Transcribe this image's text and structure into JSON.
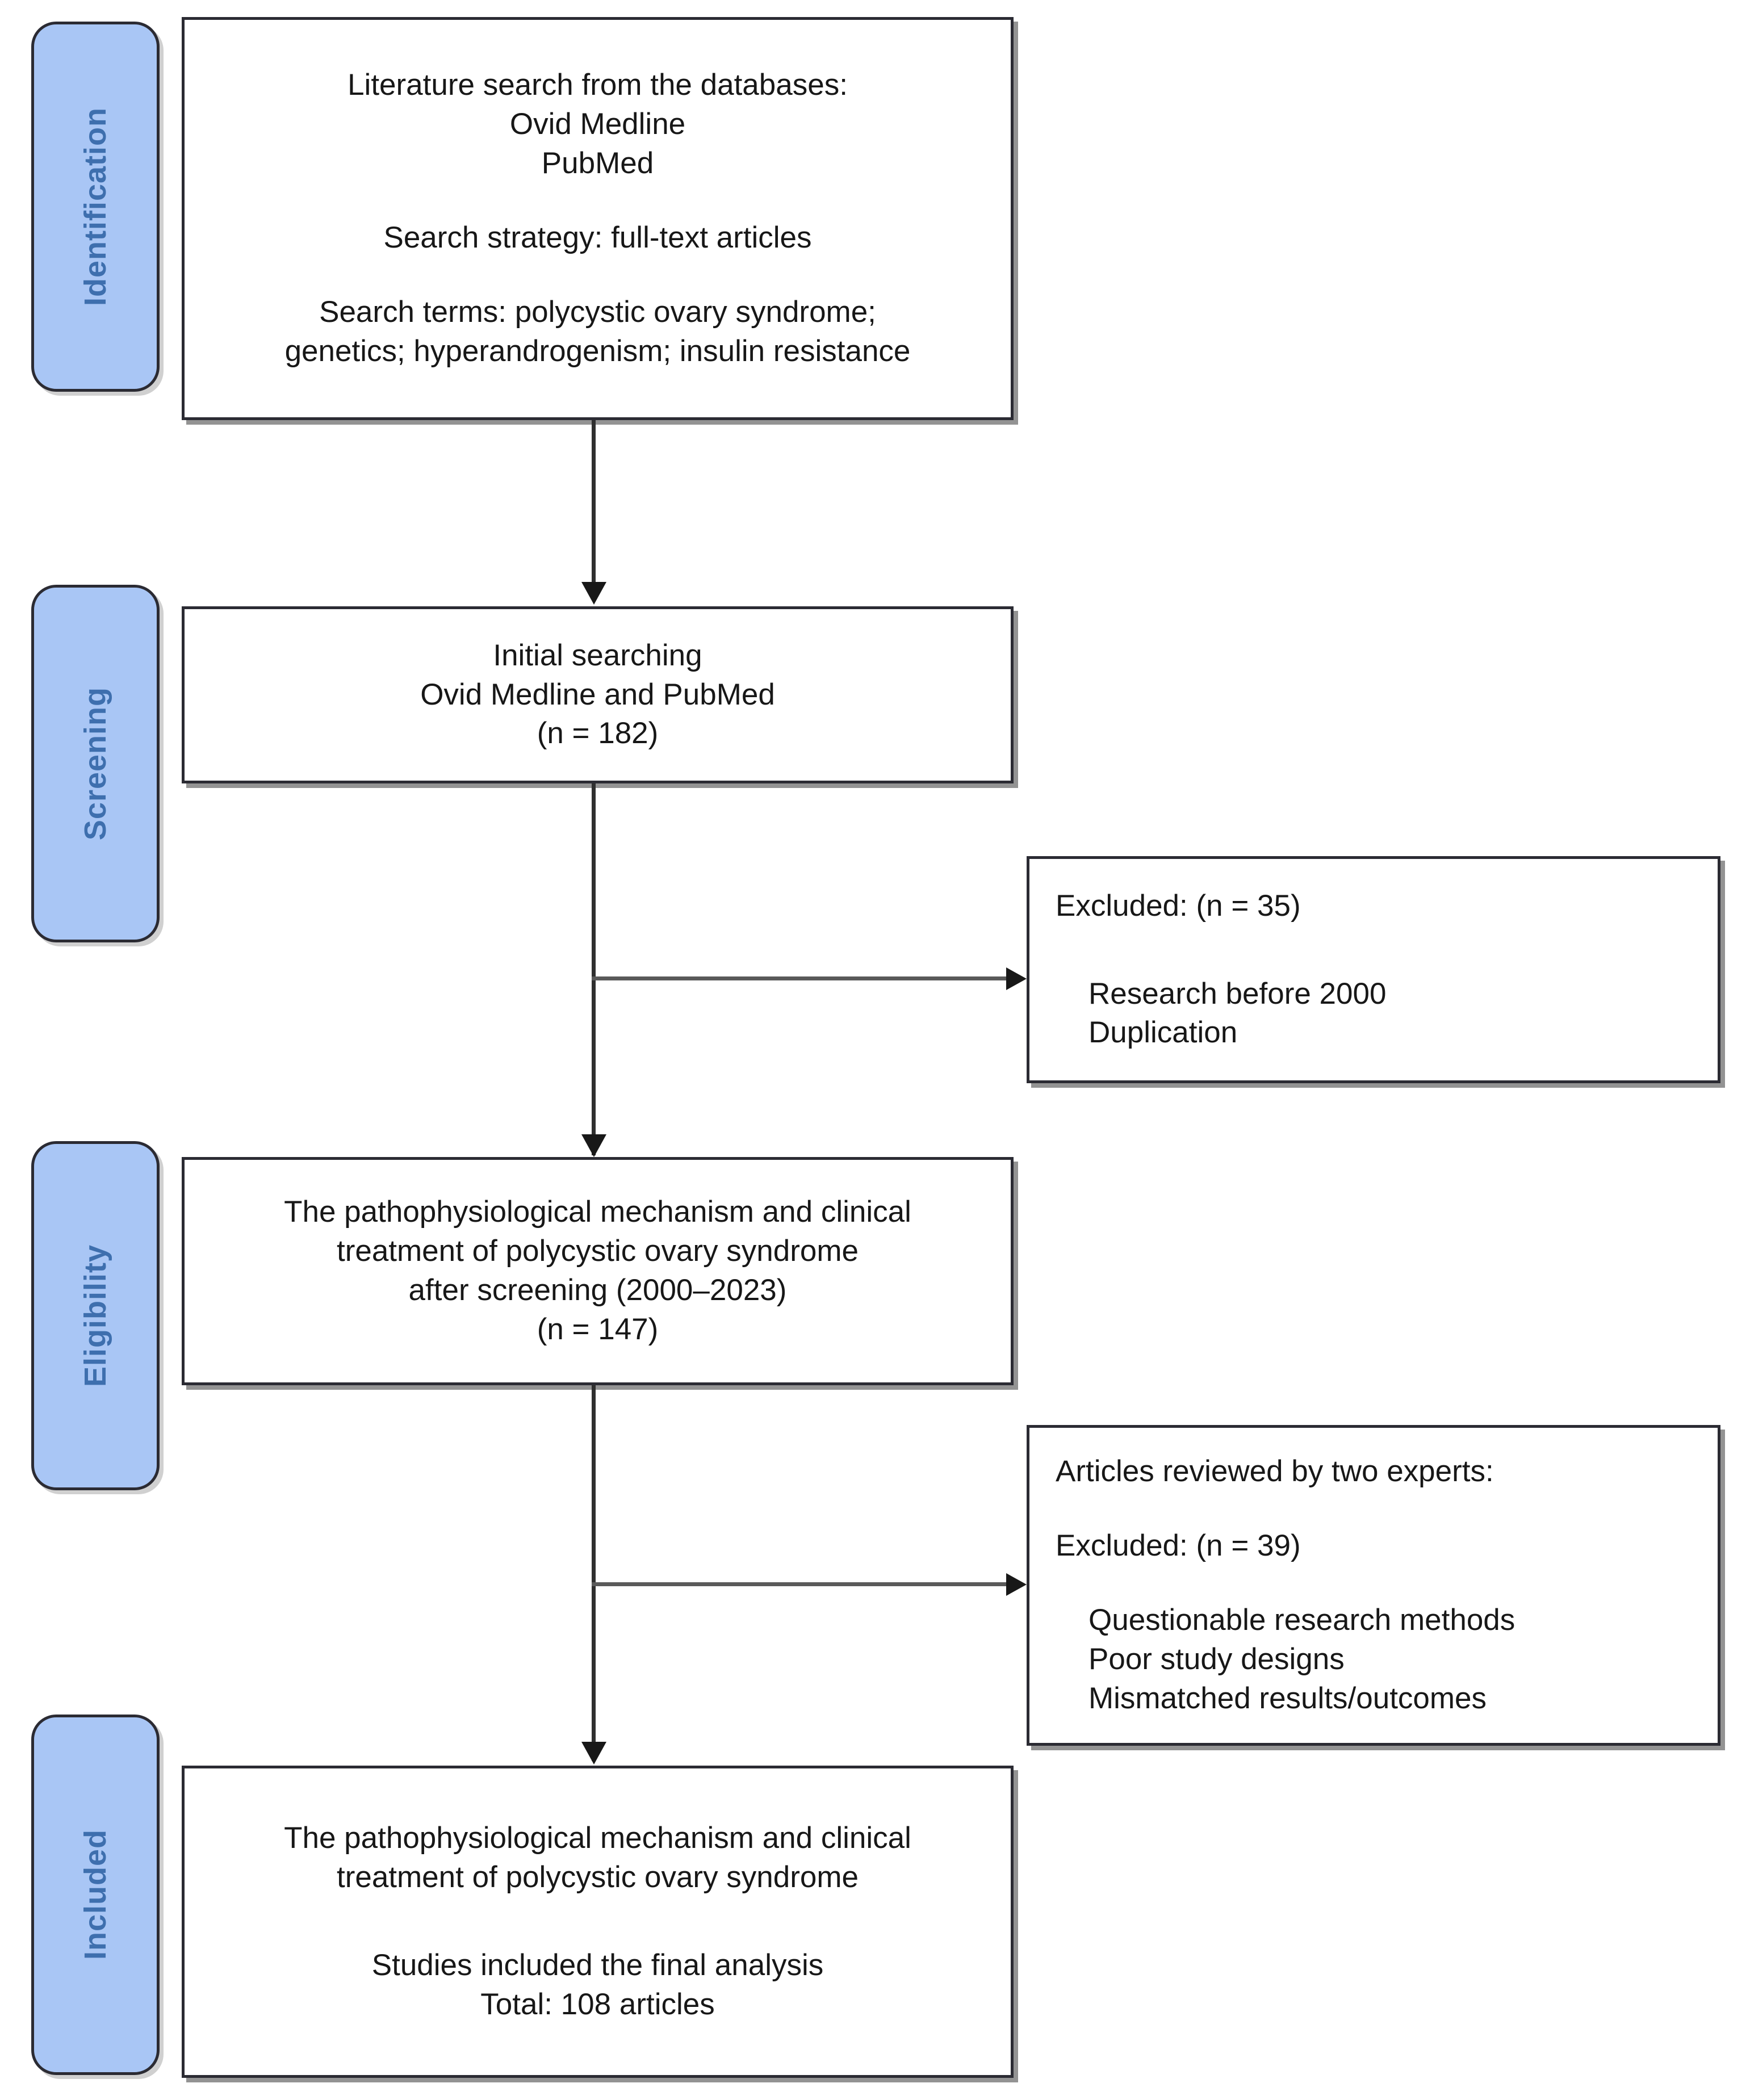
{
  "diagram": {
    "title": "PRISMA flow diagram",
    "accent_blue": "#A9C6F5",
    "label_text_color": "#3E6FAE",
    "border_color": "#2b2b33",
    "stages": [
      {
        "id": "identification",
        "label": "Identification"
      },
      {
        "id": "screening",
        "label": "Screening"
      },
      {
        "id": "eligibility",
        "label": "Eligibility"
      },
      {
        "id": "included",
        "label": "Included"
      }
    ],
    "boxes": {
      "identification": {
        "lines": [
          "Literature search from the databases:",
          "Ovid Medline",
          "PubMed",
          "Search strategy: full-text articles",
          "Search terms: polycystic ovary syndrome;",
          "genetics; hyperandrogenism; insulin resistance"
        ]
      },
      "screening": {
        "lines": [
          "Initial searching",
          "Ovid Medline and PubMed",
          "(n = 182)"
        ],
        "count_label": "(n = 182)",
        "count": 182
      },
      "excluded_screening": {
        "heading": "Excluded: (n = 35)",
        "count": 35,
        "reasons": [
          "Research before 2000",
          "Duplication"
        ]
      },
      "eligibility": {
        "lines": [
          "The pathophysiological mechanism and clinical",
          "treatment of polycystic ovary syndrome",
          "after screening (2000–2023)",
          "(n = 147)"
        ],
        "count_label": "(n = 147)",
        "count": 147,
        "year_range": "2000–2023"
      },
      "excluded_eligibility": {
        "heading": "Articles reviewed by two experts:",
        "excluded_label": "Excluded: (n = 39)",
        "count": 39,
        "reasons": [
          "Questionable research methods",
          "Poor study designs",
          "Mismatched results/outcomes"
        ]
      },
      "included": {
        "lines": [
          "The pathophysiological mechanism and clinical",
          "treatment of polycystic ovary syndrome",
          "Studies included the final analysis",
          "Total: 108 articles"
        ],
        "total_label": "Total: 108 articles",
        "total": 108
      }
    }
  }
}
